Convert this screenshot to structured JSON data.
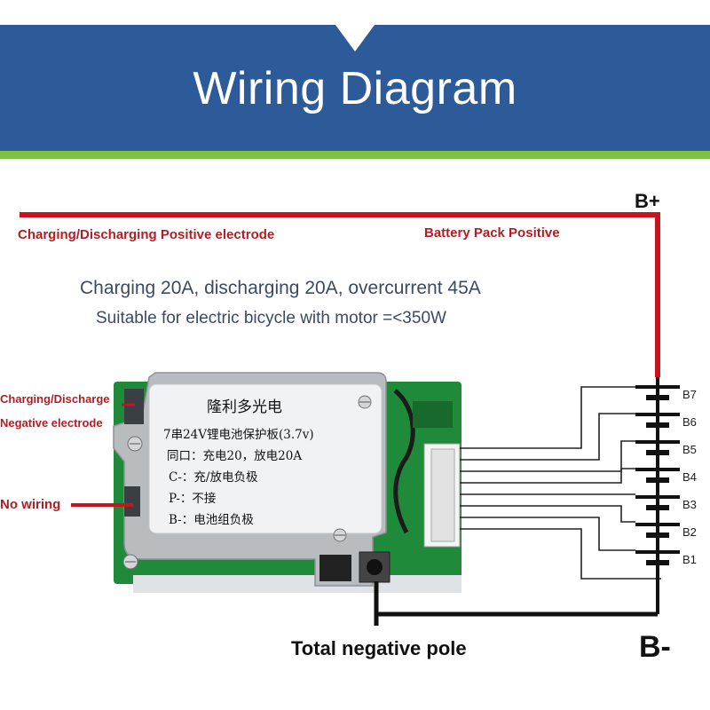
{
  "banner": {
    "title": "Wiring Diagram"
  },
  "labels": {
    "bplus": "B+",
    "bminus": "B-",
    "charge_discharge_positive": "Charging/Discharging Positive electrode",
    "battery_pack_positive": "Battery Pack Positive",
    "charge_discharge_negative_line1": "Charging/Discharge",
    "charge_discharge_negative_line2": "Negative electrode",
    "no_wiring": "No wiring",
    "total_negative_pole": "Total negative pole"
  },
  "specs": {
    "line1": "Charging 20A, discharging 20A, overcurrent 45A",
    "line2": "Suitable for electric bicycle with motor =<350W"
  },
  "cells": [
    "B7",
    "B6",
    "B5",
    "B4",
    "B3",
    "B2",
    "B1"
  ],
  "board_sticker": {
    "brand": "隆利多光电",
    "model": "7串24V锂电池保护板(3.7v)",
    "rating": "同口：充电20，放电20A",
    "c_minus": "C-：充/放电负极",
    "p_minus": "P-：不接",
    "b_minus": "B-：电池组负极"
  },
  "colors": {
    "banner": "#2d5b9a",
    "accent_green": "#7dc243",
    "wire_red": "#c8141e",
    "label_red": "#b21e23",
    "pcb_green": "#1f8a3a"
  }
}
